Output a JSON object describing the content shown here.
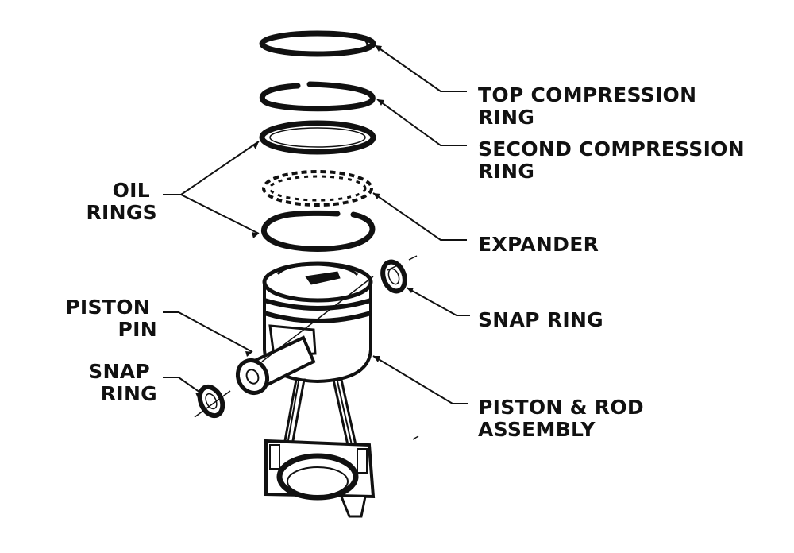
{
  "labels": {
    "top_compression_ring": [
      "TOP COMPRESSION",
      "RING"
    ],
    "second_compression_ring": [
      "SECOND COMPRESSION",
      "RING"
    ],
    "expander": [
      "EXPANDER"
    ],
    "oil_rings": [
      "OIL",
      "RINGS"
    ],
    "snap_ring_right": [
      "SNAP RING"
    ],
    "piston_pin": [
      "PISTON",
      "PIN"
    ],
    "snap_ring_left": [
      "SNAP",
      "RING"
    ],
    "piston_rod_assembly": [
      "PISTON & ROD",
      "ASSEMBLY"
    ]
  },
  "colors": {
    "ink": "#111111",
    "paper": "#ffffff"
  }
}
